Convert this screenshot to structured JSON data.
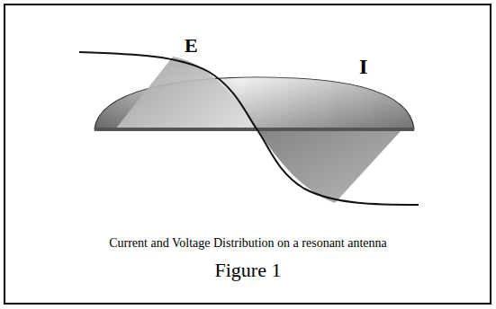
{
  "diagram": {
    "caption": "Current and Voltage Distribution on a resonant antenna",
    "labels": [
      "E",
      "I",
      "Figure 1"
    ]
  }
}
